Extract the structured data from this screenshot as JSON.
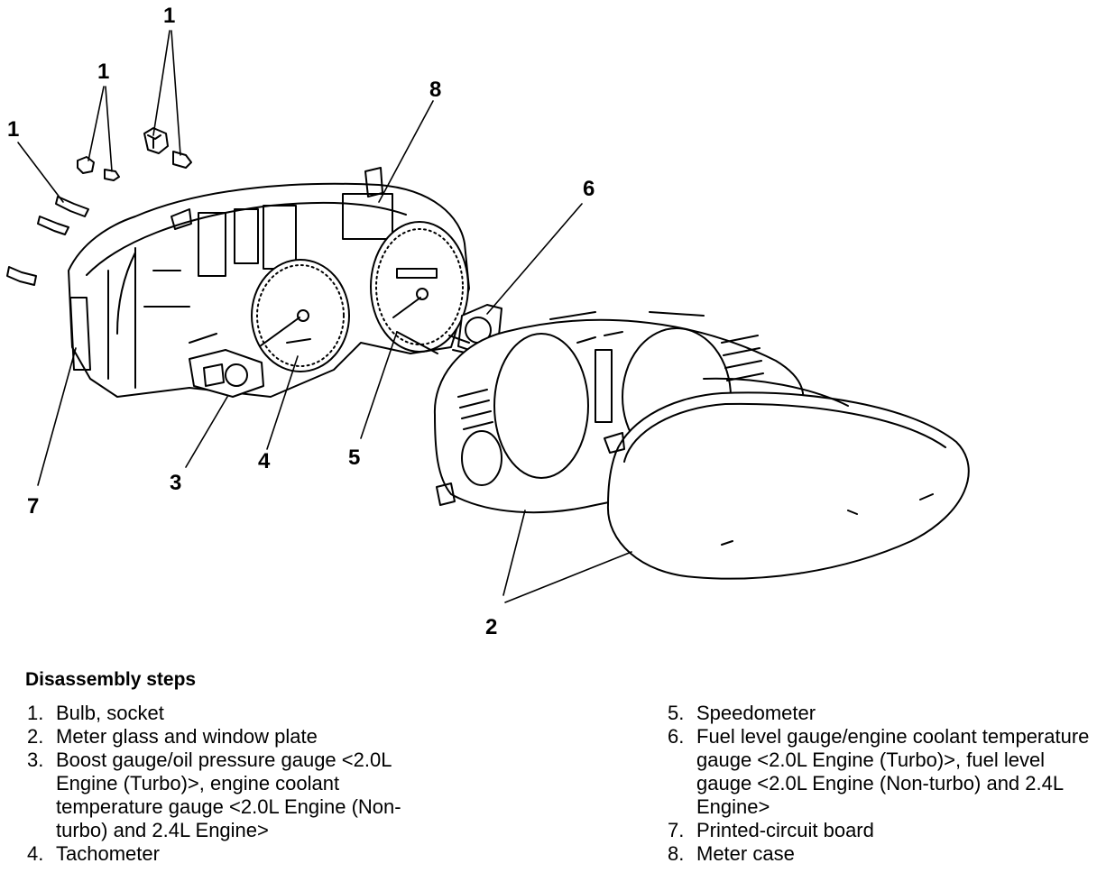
{
  "callouts": {
    "c1a": "1",
    "c1b": "1",
    "c1c": "1",
    "c2": "2",
    "c3": "3",
    "c4": "4",
    "c5": "5",
    "c6": "6",
    "c7": "7",
    "c8": "8"
  },
  "steps": {
    "title": "Disassembly steps",
    "items": [
      {
        "num": "1.",
        "text": "Bulb, socket"
      },
      {
        "num": "2.",
        "text": "Meter glass and window plate"
      },
      {
        "num": "3.",
        "text": "Boost gauge/oil pressure gauge <2.0L Engine (Turbo)>, engine coolant temperature gauge <2.0L Engine (Non-turbo) and 2.4L Engine>"
      },
      {
        "num": "4.",
        "text": "Tachometer"
      },
      {
        "num": "5.",
        "text": "Speedometer"
      },
      {
        "num": "6.",
        "text": "Fuel level gauge/engine coolant temperature gauge <2.0L Engine (Turbo)>, fuel level gauge <2.0L Engine (Non-turbo) and 2.4L Engine>"
      },
      {
        "num": "7.",
        "text": "Printed-circuit board"
      },
      {
        "num": "8.",
        "text": "Meter case"
      }
    ]
  }
}
